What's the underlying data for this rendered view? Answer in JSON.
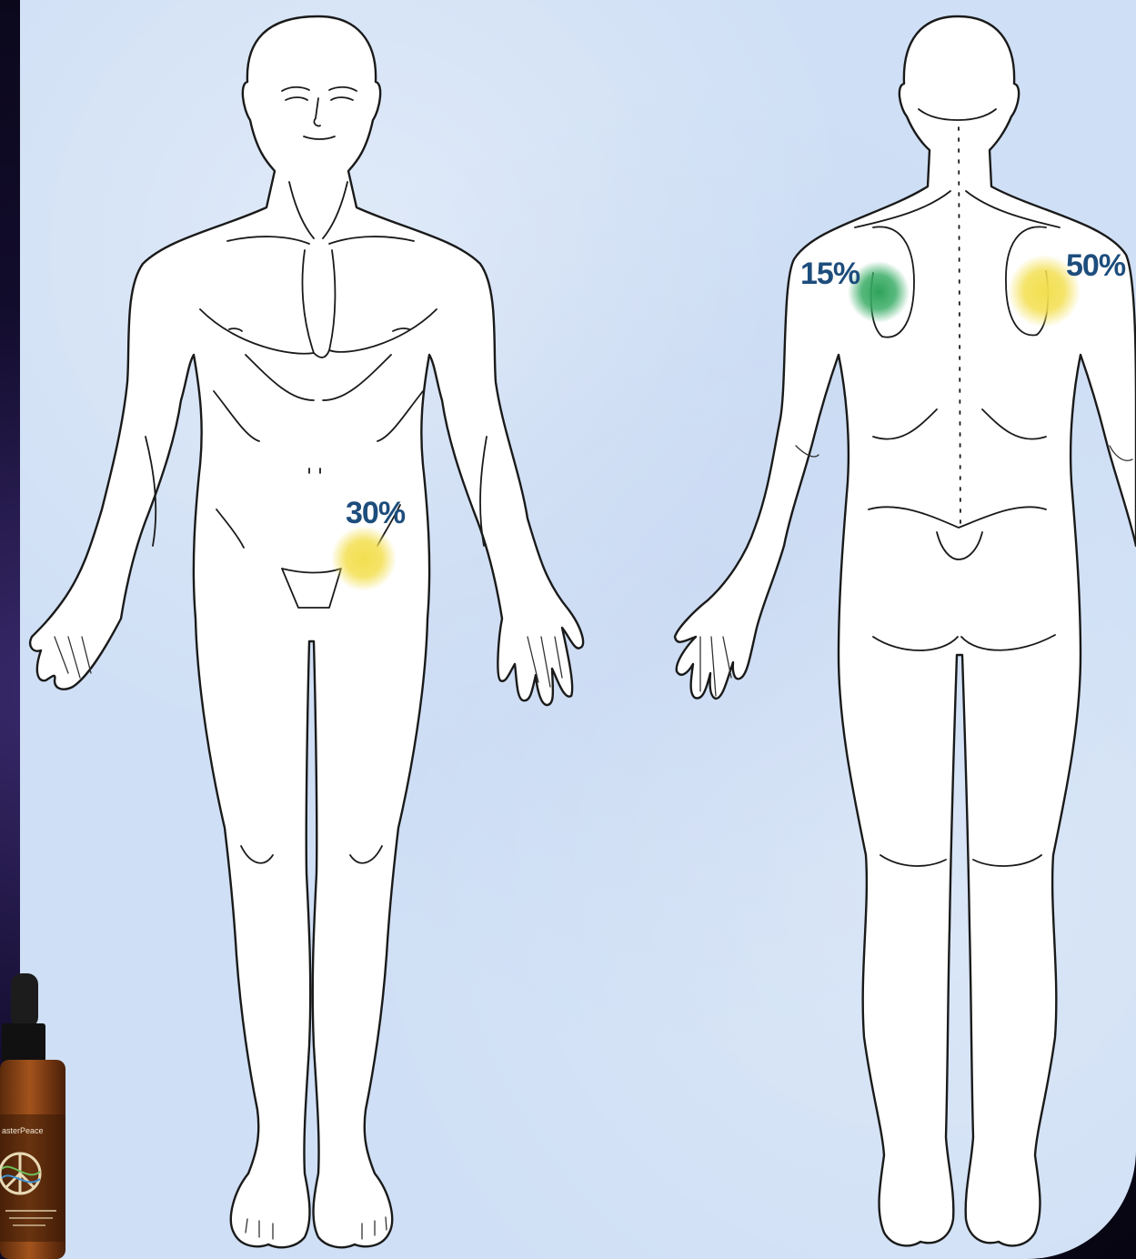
{
  "markers": [
    {
      "view": "front",
      "region": "lower-abdomen",
      "label": "30%",
      "color": "#f3df4f"
    },
    {
      "view": "back",
      "region": "left-shoulder-blade",
      "label": "15%",
      "color": "#2ea25a"
    },
    {
      "view": "back",
      "region": "right-shoulder-blade",
      "label": "50%",
      "color": "#f3df4f"
    }
  ],
  "product": {
    "label": "asterPeace"
  },
  "colors": {
    "panel_background": "#cfdff5",
    "label_text": "#1d4d7c",
    "outline": "#1a1a1a"
  }
}
